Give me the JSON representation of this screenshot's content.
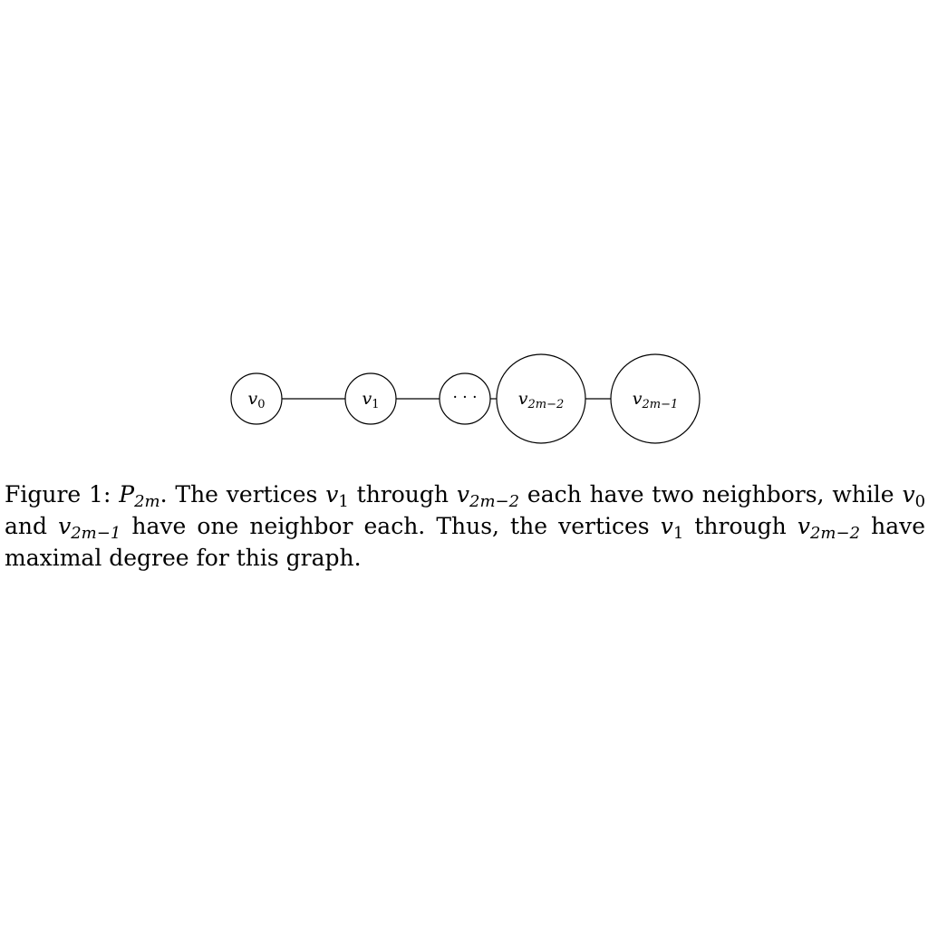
{
  "graph": {
    "nodes": [
      {
        "base": "v",
        "sub": "0"
      },
      {
        "base": "v",
        "sub": "1"
      },
      {
        "base": "",
        "sub": "",
        "text": "· · ·"
      },
      {
        "base": "v",
        "sub": "2m−2"
      },
      {
        "base": "v",
        "sub": "2m−1"
      }
    ],
    "edges": [
      [
        0,
        1
      ],
      [
        1,
        2
      ],
      [
        2,
        3
      ],
      [
        3,
        4
      ]
    ]
  },
  "caption": {
    "label": "Figure 1:",
    "p_base": "P",
    "p_sub": "2m",
    "part1": ". The vertices",
    "v1_base": "v",
    "v1_sub": "1",
    "through1": "through",
    "v2m2_base": "v",
    "v2m2_sub": "2m−2",
    "part2": "each have two neighbors, while",
    "v0_base": "v",
    "v0_sub": "0",
    "and": "and",
    "v2m1_base": "v",
    "v2m1_sub": "2m−1",
    "part3": "have one neighbor each. Thus, the vertices",
    "v1b_base": "v",
    "v1b_sub": "1",
    "through2": "through",
    "v2m2b_base": "v",
    "v2m2b_sub": "2m−2",
    "part4": "have maximal degree for this graph."
  }
}
